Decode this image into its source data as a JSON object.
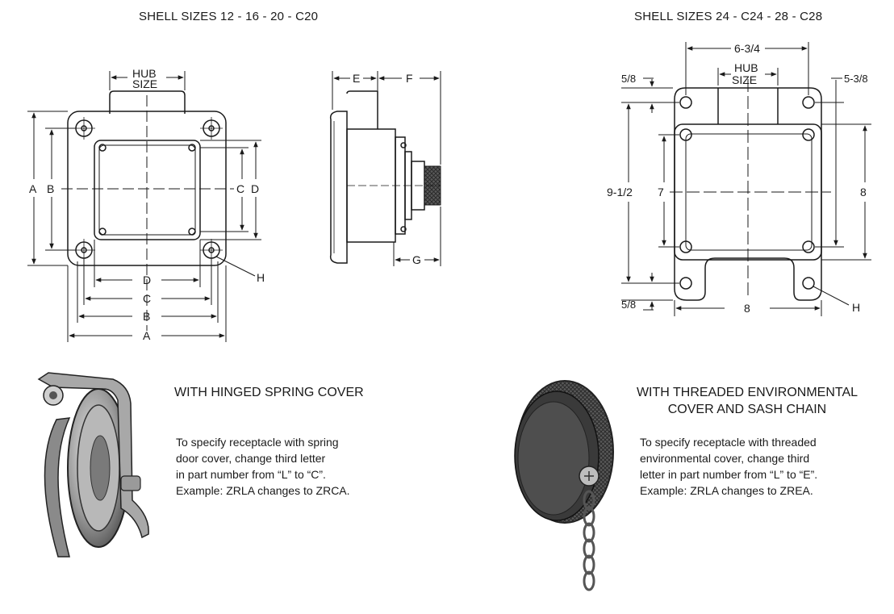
{
  "left_diagram": {
    "title": "SHELL SIZES 12 - 16 - 20 - C20",
    "hub_size": [
      "HUB",
      "SIZE"
    ],
    "labels": {
      "A": "A",
      "B": "B",
      "C": "C",
      "D": "D",
      "E": "E",
      "F": "F",
      "G": "G",
      "H": "H"
    }
  },
  "right_diagram": {
    "title": "SHELL SIZES 24 - C24 - 28 - C28",
    "hub_size": [
      "HUB",
      "SIZE"
    ],
    "dims": {
      "top_width": "6-3/4",
      "top_offset": "5/8",
      "right_offset": "5-3/8",
      "height_outer": "9-1/2",
      "height_inner": "7",
      "right_height": "8",
      "bottom_offset": "5/8",
      "bottom_width": "8",
      "hole": "H"
    }
  },
  "hinged_cover": {
    "heading": "WITH HINGED SPRING COVER",
    "lines": [
      "To specify receptacle with spring",
      "door cover, change third letter",
      "in part number from “L” to “C”.",
      "Example: ZRLA changes to ZRCA."
    ]
  },
  "threaded_cover": {
    "heading": [
      "WITH THREADED ENVIRONMENTAL",
      "COVER AND SASH CHAIN"
    ],
    "lines": [
      "To specify receptacle with threaded",
      "environmental cover, change third",
      "letter in part number from “L” to “E”.",
      "Example: ZRLA changes to ZREA."
    ]
  }
}
